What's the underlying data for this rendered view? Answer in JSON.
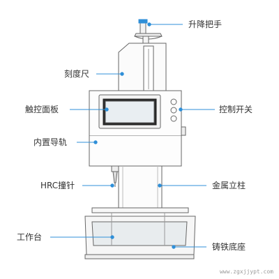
{
  "accent": "#2f8fd8",
  "labels": {
    "lift_handle": "升降把手",
    "scale_ruler": "刻度尺",
    "touch_panel": "触控面板",
    "control_switch": "控制开关",
    "inner_rail": "内置导轨",
    "hrc_needle": "HRC撞针",
    "metal_column": "金属立柱",
    "worktable": "工作台",
    "cast_iron_base": "铸铁底座"
  },
  "watermark": "www.zgxjjypt.com"
}
